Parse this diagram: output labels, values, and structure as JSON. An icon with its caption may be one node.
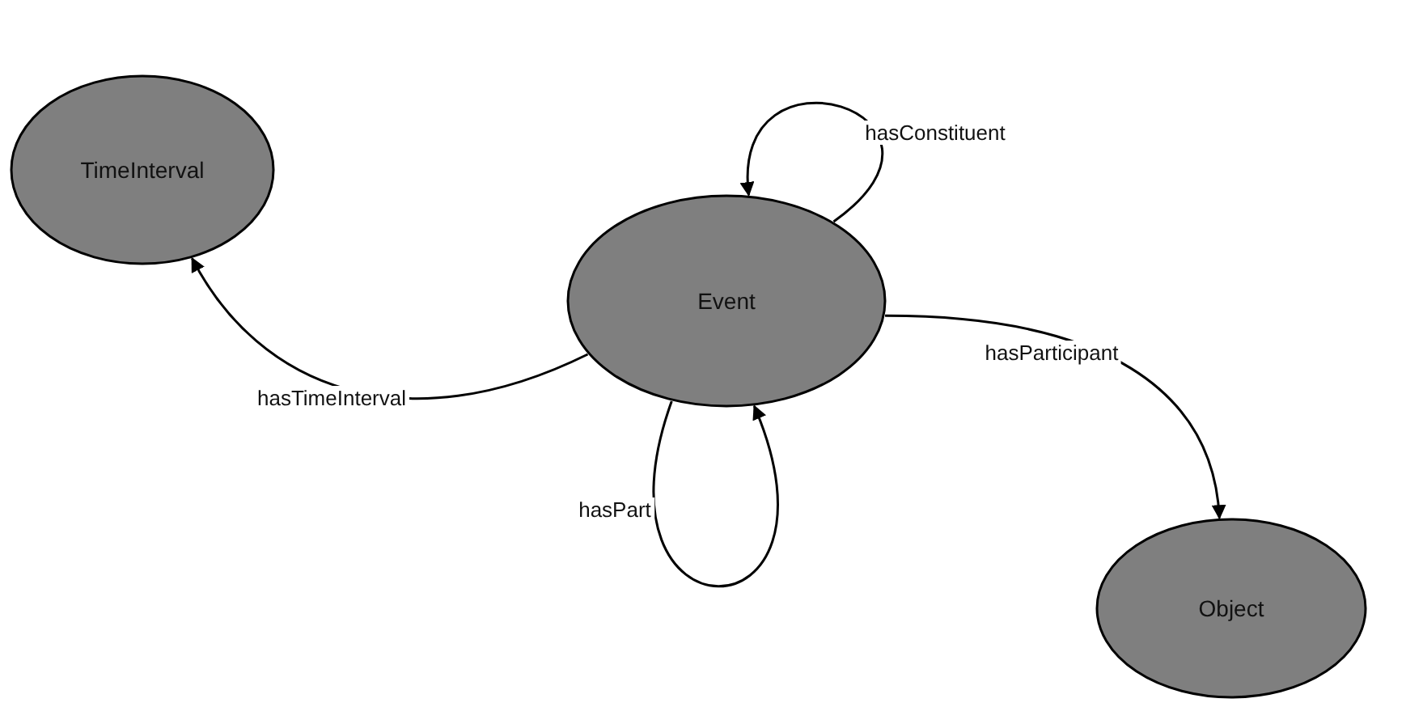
{
  "diagram": {
    "nodes": [
      {
        "text": [
          "TimeInterval"
        ]
      },
      {
        "text": [
          "Event"
        ]
      },
      {
        "text": [
          "Object"
        ]
      }
    ],
    "edges": [
      {
        "from": 1,
        "to": 0,
        "arrow": "to",
        "label": "hasTimeInterval"
      },
      {
        "from": 1,
        "to": 1,
        "arrow": "to",
        "label": "hasConstituent"
      },
      {
        "from": 1,
        "to": 1,
        "arrow": "to",
        "label": "hasPart"
      },
      {
        "from": 1,
        "to": 2,
        "arrow": "to",
        "label": "hasParticipant"
      }
    ]
  }
}
